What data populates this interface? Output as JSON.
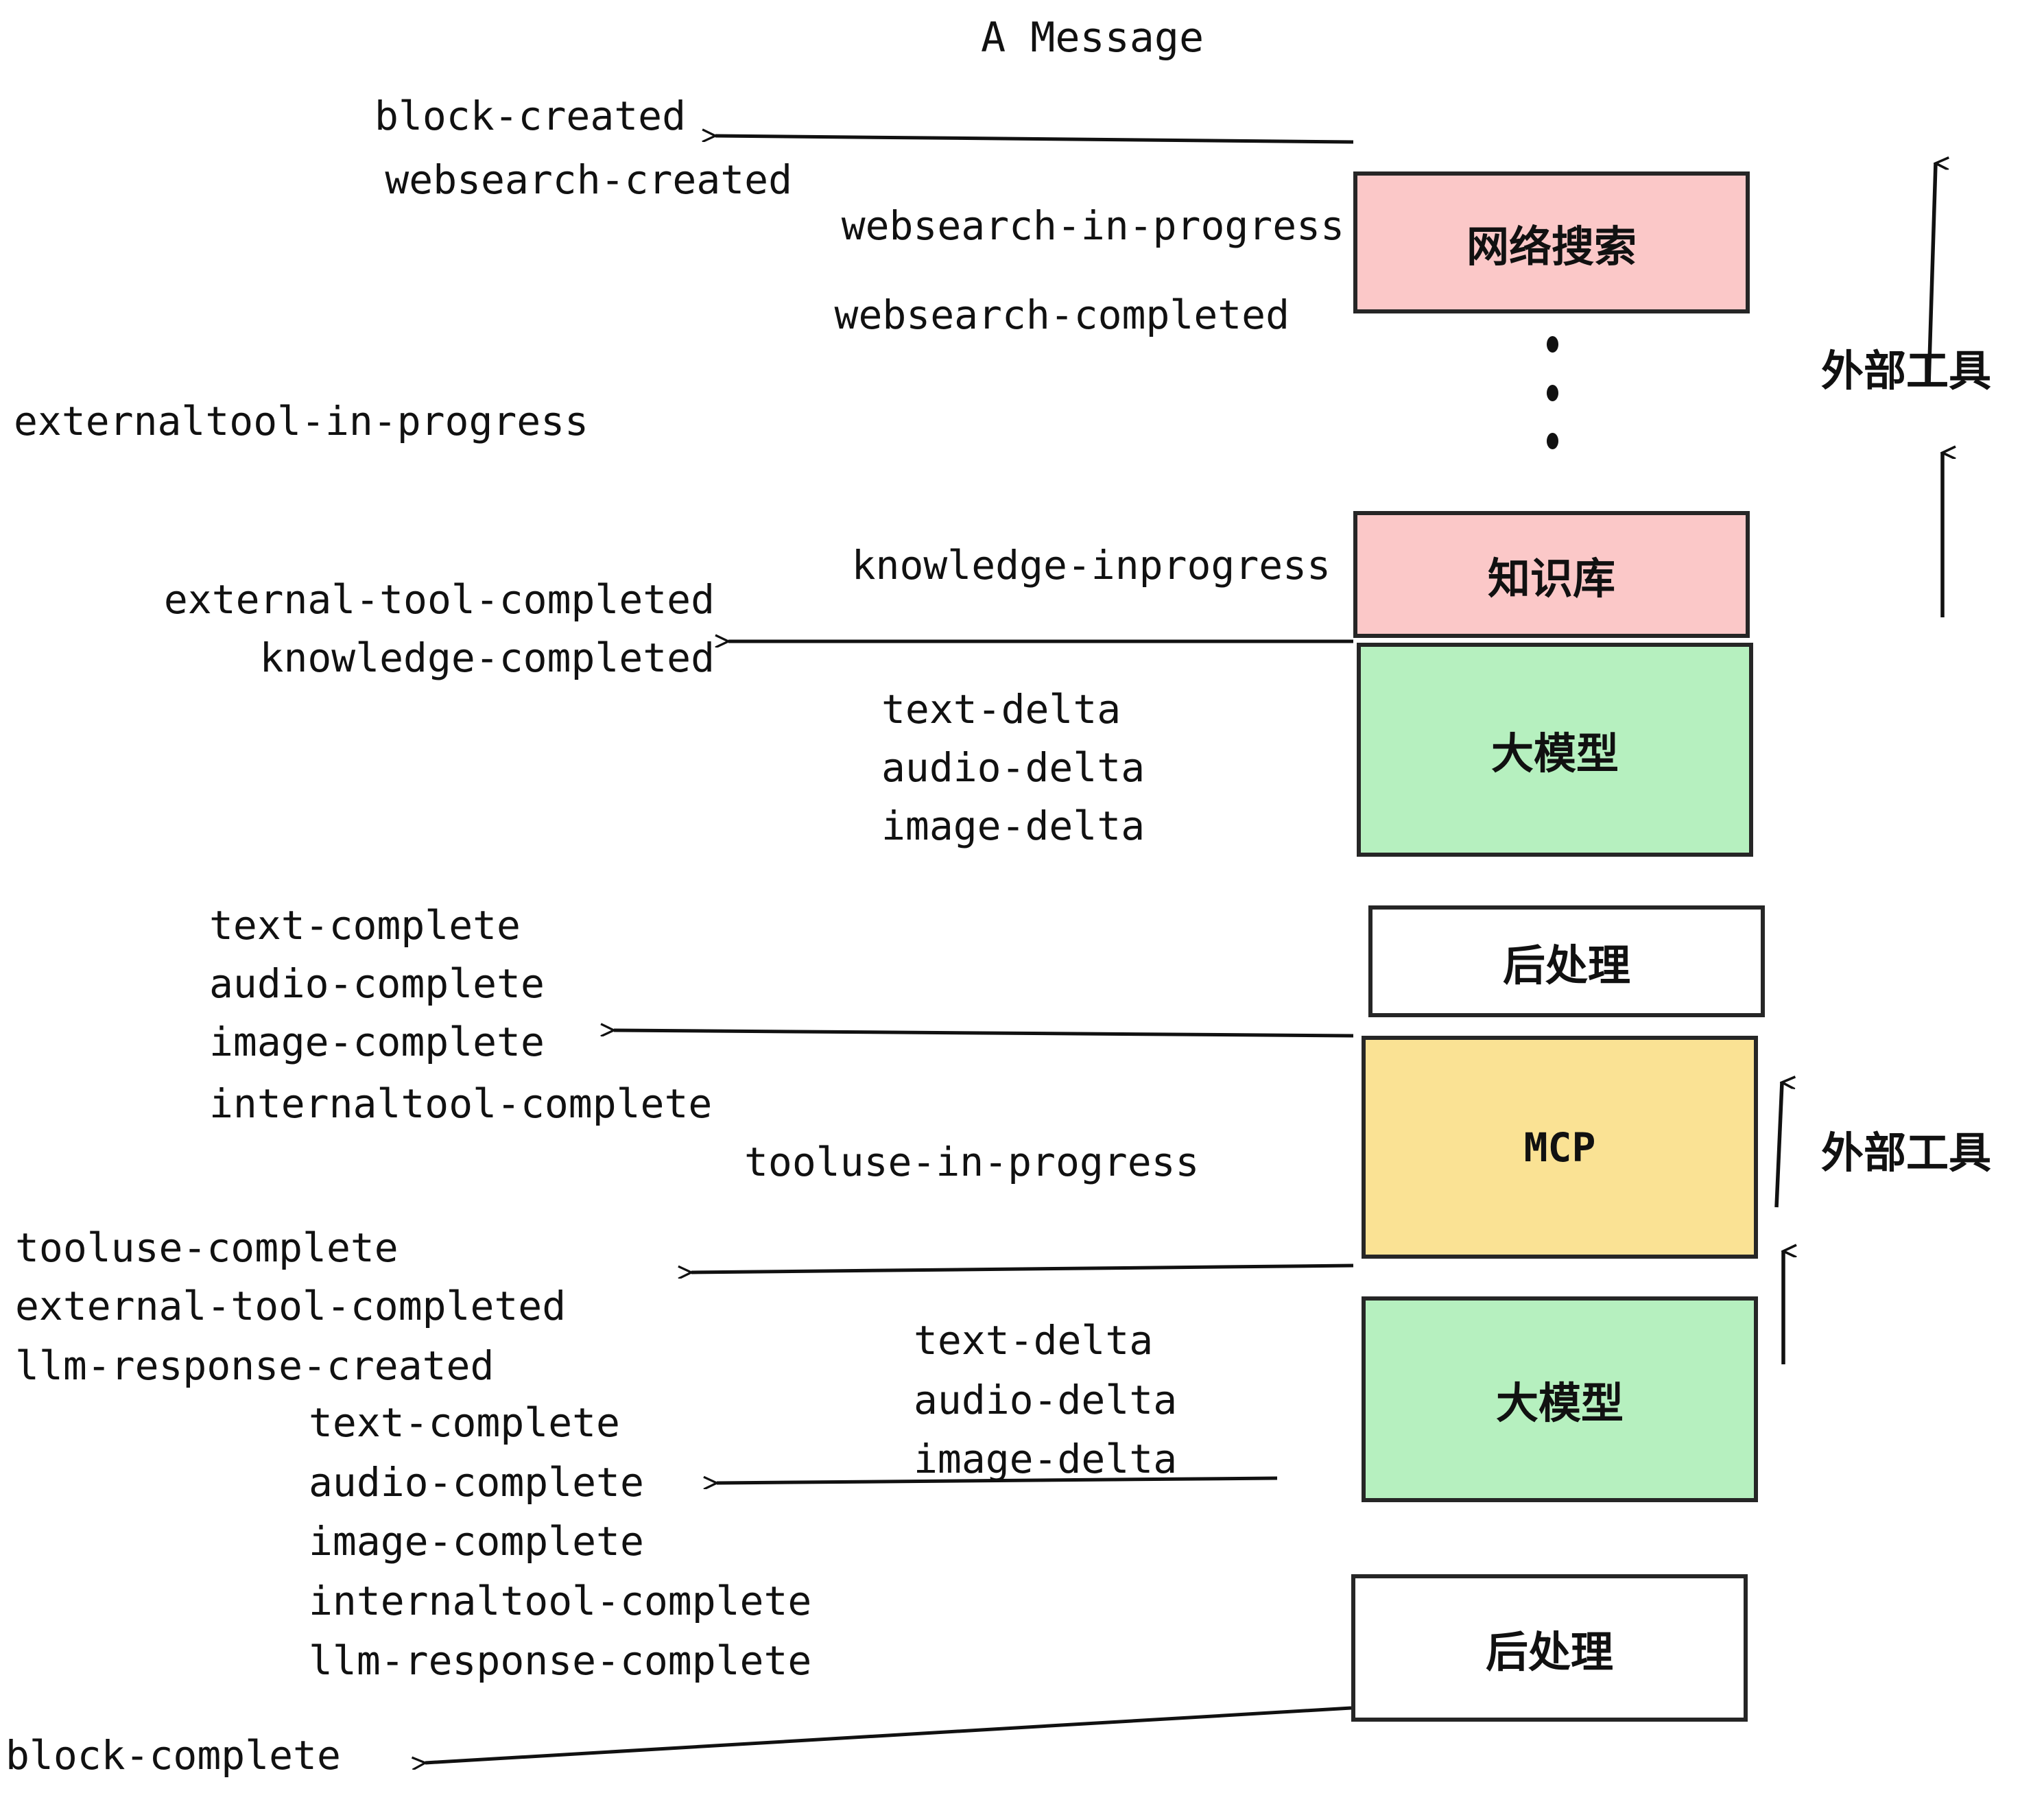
{
  "title": "A Message",
  "colors": {
    "external_tool_fill": "#fbc8c8",
    "llm_fill": "#b6f0bf",
    "mcp_fill": "#fae294",
    "postprocess_fill": "#ffffff",
    "stroke": "#262626",
    "text": "#111111",
    "background": "#ffffff"
  },
  "nodes": [
    {
      "id": "websearch",
      "label": "网络搜索",
      "fill": "#fbc8c8",
      "mono": false
    },
    {
      "id": "knowledge",
      "label": "知识库",
      "fill": "#fbc8c8",
      "mono": false
    },
    {
      "id": "llm-1",
      "label": "大模型",
      "fill": "#b6f0bf",
      "mono": false
    },
    {
      "id": "postprocess-1",
      "label": "后处理",
      "fill": "#ffffff",
      "mono": false
    },
    {
      "id": "mcp",
      "label": "MCP",
      "fill": "#fae294",
      "mono": true
    },
    {
      "id": "llm-2",
      "label": "大模型",
      "fill": "#b6f0bf",
      "mono": false
    },
    {
      "id": "postprocess-2",
      "label": "后处理",
      "fill": "#ffffff",
      "mono": false
    }
  ],
  "side_labels": [
    {
      "id": "external-tools-top",
      "label": "外部工具"
    },
    {
      "id": "external-tools-bottom",
      "label": "外部工具"
    }
  ],
  "events": [
    {
      "id": "e01",
      "label": "block-created"
    },
    {
      "id": "e02",
      "label": "websearch-created"
    },
    {
      "id": "e03",
      "label": "websearch-in-progress"
    },
    {
      "id": "e04",
      "label": "websearch-completed"
    },
    {
      "id": "e05",
      "label": "externaltool-in-progress"
    },
    {
      "id": "e06",
      "label": "knowledge-inprogress"
    },
    {
      "id": "e07",
      "label": "external-tool-completed"
    },
    {
      "id": "e08",
      "label": "knowledge-completed"
    },
    {
      "id": "e09",
      "label": "text-delta"
    },
    {
      "id": "e10",
      "label": "audio-delta"
    },
    {
      "id": "e11",
      "label": "image-delta"
    },
    {
      "id": "e12",
      "label": "text-complete"
    },
    {
      "id": "e13",
      "label": "audio-complete"
    },
    {
      "id": "e14",
      "label": "image-complete"
    },
    {
      "id": "e15",
      "label": "internaltool-complete"
    },
    {
      "id": "e16",
      "label": "tooluse-in-progress"
    },
    {
      "id": "e17",
      "label": "tooluse-complete"
    },
    {
      "id": "e18",
      "label": "external-tool-completed"
    },
    {
      "id": "e19",
      "label": "llm-response-created"
    },
    {
      "id": "e20",
      "label": "text-complete"
    },
    {
      "id": "e21",
      "label": "audio-complete"
    },
    {
      "id": "e22",
      "label": "image-complete"
    },
    {
      "id": "e23",
      "label": "internaltool-complete"
    },
    {
      "id": "e24",
      "label": "llm-response-complete"
    },
    {
      "id": "e25",
      "label": "text-delta"
    },
    {
      "id": "e26",
      "label": "audio-delta"
    },
    {
      "id": "e27",
      "label": "image-delta"
    },
    {
      "id": "e28",
      "label": "block-complete"
    }
  ]
}
